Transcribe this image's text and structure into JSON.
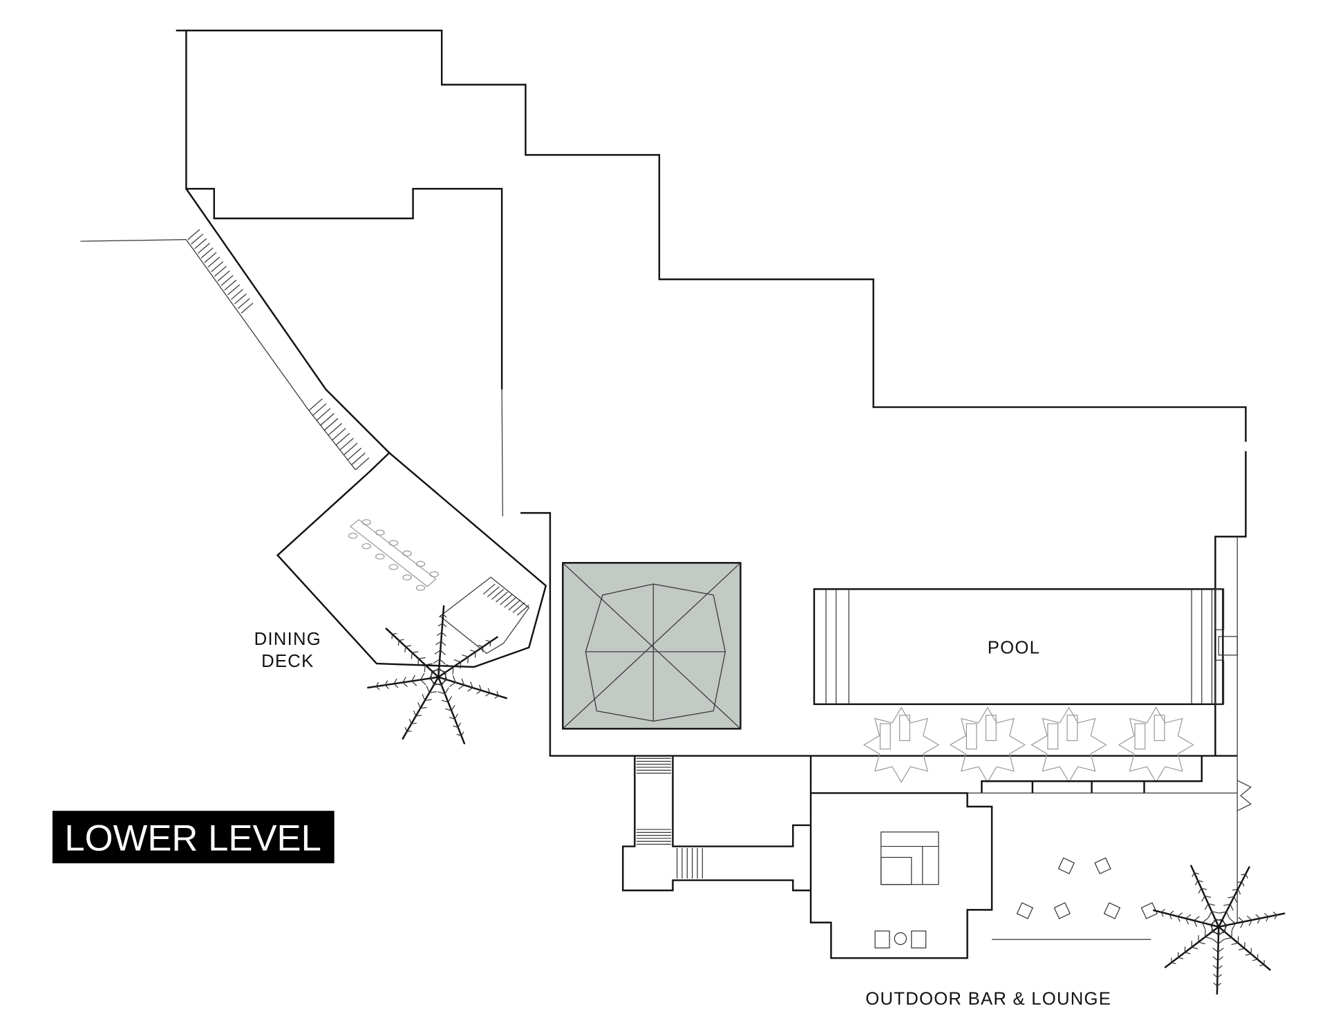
{
  "title": "LOWER LEVEL",
  "labels": {
    "dining_1": "DINING",
    "dining_2": "DECK",
    "pool": "POOL",
    "bar": "OUTDOOR BAR & LOUNGE"
  },
  "colors": {
    "gazebo": "#c3c9c4",
    "ink": "#111111",
    "title_bg": "#000000"
  }
}
